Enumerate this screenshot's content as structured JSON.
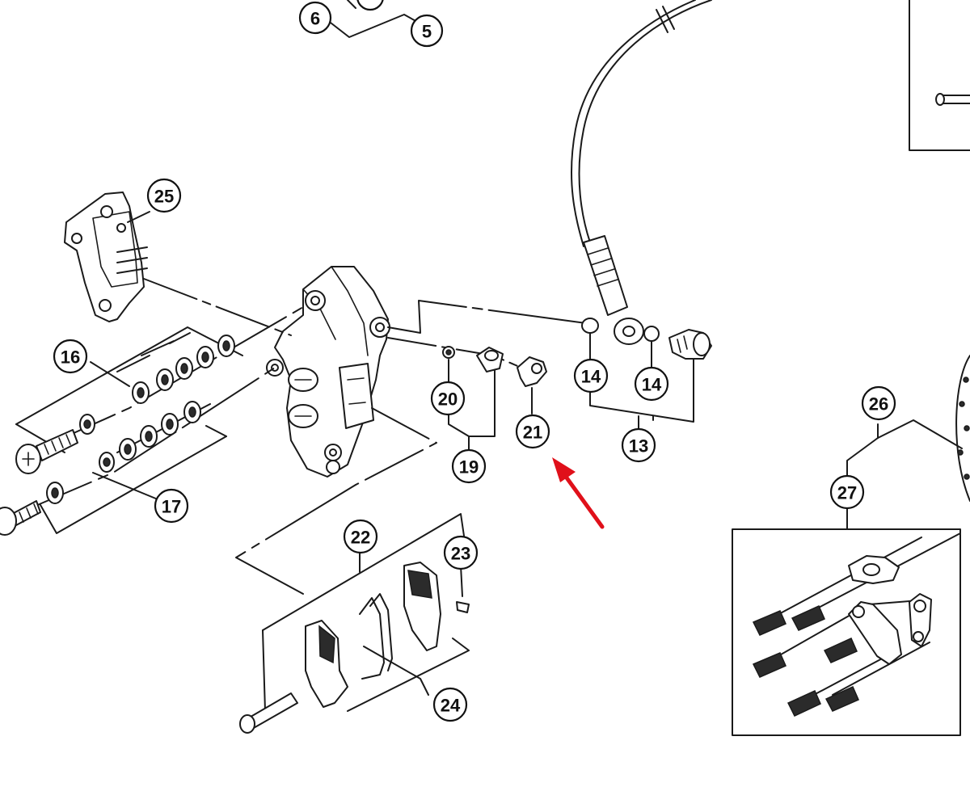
{
  "callouts": [
    {
      "id": "c6",
      "label": "6"
    },
    {
      "id": "c5",
      "label": "5"
    },
    {
      "id": "c25",
      "label": "25"
    },
    {
      "id": "c16",
      "label": "16"
    },
    {
      "id": "c17",
      "label": "17"
    },
    {
      "id": "c20",
      "label": "20"
    },
    {
      "id": "c19",
      "label": "19"
    },
    {
      "id": "c21",
      "label": "21"
    },
    {
      "id": "c14a",
      "label": "14"
    },
    {
      "id": "c14b",
      "label": "14"
    },
    {
      "id": "c13",
      "label": "13"
    },
    {
      "id": "c22",
      "label": "22"
    },
    {
      "id": "c23",
      "label": "23"
    },
    {
      "id": "c24",
      "label": "24"
    },
    {
      "id": "c26",
      "label": "26"
    },
    {
      "id": "c27",
      "label": "27"
    }
  ],
  "highlight_arrow": {
    "color": "#e0101a",
    "points_to": "21"
  }
}
